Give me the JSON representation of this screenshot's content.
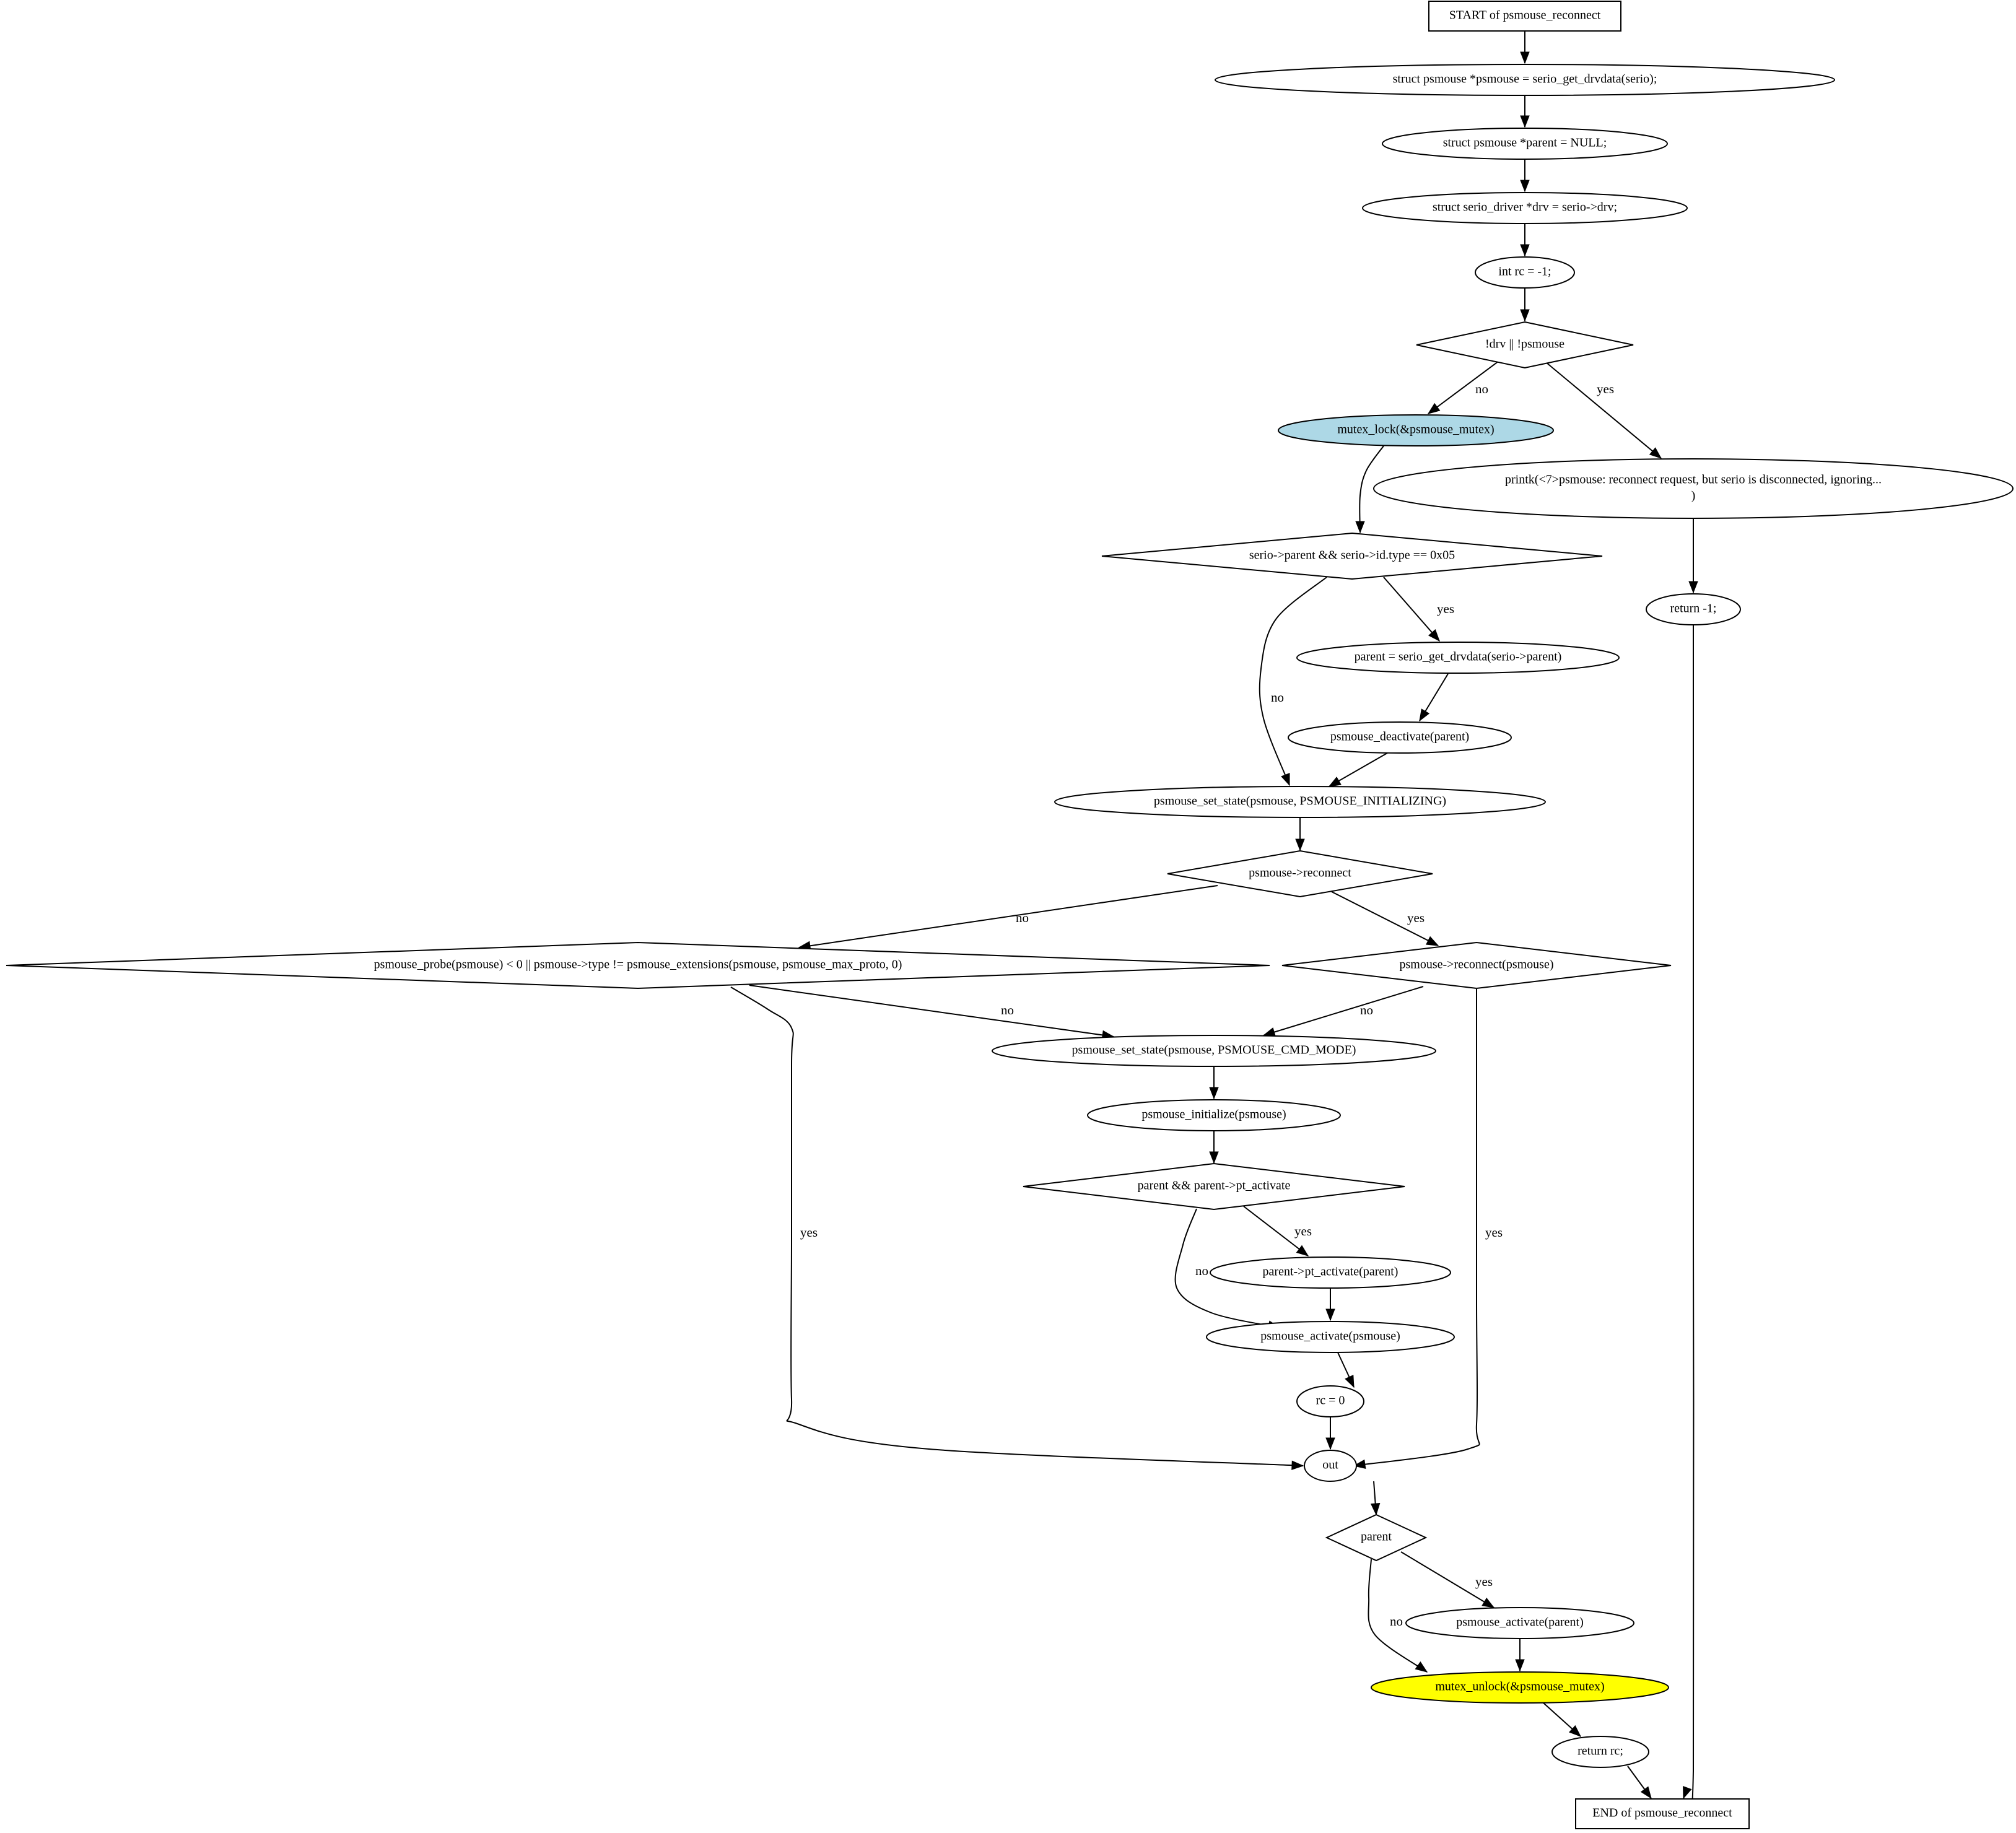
{
  "diagram": {
    "colors": {
      "mutex_lock_fill": "#add8e6",
      "mutex_unlock_fill": "#ffff00",
      "default_fill": "#ffffff",
      "stroke": "#000000"
    },
    "nodes": [
      {
        "id": "start",
        "shape": "box",
        "lines": [
          "START of psmouse_reconnect"
        ]
      },
      {
        "id": "n_get_drvdata",
        "shape": "ellipse",
        "lines": [
          "struct psmouse *psmouse = serio_get_drvdata(serio);"
        ]
      },
      {
        "id": "n_parent_null",
        "shape": "ellipse",
        "lines": [
          "struct psmouse *parent = NULL;"
        ]
      },
      {
        "id": "n_drv",
        "shape": "ellipse",
        "lines": [
          "struct serio_driver *drv = serio->drv;"
        ]
      },
      {
        "id": "n_rc",
        "shape": "ellipse",
        "lines": [
          "int rc = -1;"
        ]
      },
      {
        "id": "d_drv",
        "shape": "diamond",
        "lines": [
          "!drv || !psmouse"
        ]
      },
      {
        "id": "n_mutex_lock",
        "shape": "ellipse",
        "fill": "mutex_lock_fill",
        "lines": [
          "mutex_lock(&psmouse_mutex)"
        ]
      },
      {
        "id": "n_printk",
        "shape": "ellipse",
        "lines": [
          "printk(<7>psmouse: reconnect request, but serio is disconnected, ignoring...",
          ")"
        ]
      },
      {
        "id": "n_return_m1",
        "shape": "ellipse",
        "lines": [
          "return -1;"
        ]
      },
      {
        "id": "d_serio_parent",
        "shape": "diamond",
        "lines": [
          "serio->parent && serio->id.type == 0x05"
        ]
      },
      {
        "id": "n_parent_get",
        "shape": "ellipse",
        "lines": [
          "parent = serio_get_drvdata(serio->parent)"
        ]
      },
      {
        "id": "n_deactivate",
        "shape": "ellipse",
        "lines": [
          "psmouse_deactivate(parent)"
        ]
      },
      {
        "id": "n_set_init",
        "shape": "ellipse",
        "lines": [
          "psmouse_set_state(psmouse, PSMOUSE_INITIALIZING)"
        ]
      },
      {
        "id": "d_reconnect",
        "shape": "diamond",
        "lines": [
          "psmouse->reconnect"
        ]
      },
      {
        "id": "d_probe",
        "shape": "diamond",
        "lines": [
          "psmouse_probe(psmouse) < 0 || psmouse->type != psmouse_extensions(psmouse, psmouse_max_proto, 0)"
        ]
      },
      {
        "id": "d_reconnect_call",
        "shape": "diamond",
        "lines": [
          "psmouse->reconnect(psmouse)"
        ]
      },
      {
        "id": "n_set_cmd",
        "shape": "ellipse",
        "lines": [
          "psmouse_set_state(psmouse, PSMOUSE_CMD_MODE)"
        ]
      },
      {
        "id": "n_initialize",
        "shape": "ellipse",
        "lines": [
          "psmouse_initialize(psmouse)"
        ]
      },
      {
        "id": "d_pt_activate",
        "shape": "diamond",
        "lines": [
          "parent && parent->pt_activate"
        ]
      },
      {
        "id": "n_pt_activate",
        "shape": "ellipse",
        "lines": [
          "parent->pt_activate(parent)"
        ]
      },
      {
        "id": "n_activate_psmouse",
        "shape": "ellipse",
        "lines": [
          "psmouse_activate(psmouse)"
        ]
      },
      {
        "id": "n_rc0",
        "shape": "ellipse",
        "lines": [
          "rc = 0"
        ]
      },
      {
        "id": "n_out",
        "shape": "ellipse",
        "lines": [
          "out"
        ]
      },
      {
        "id": "d_parent",
        "shape": "diamond",
        "lines": [
          "parent"
        ]
      },
      {
        "id": "n_activate_parent",
        "shape": "ellipse",
        "lines": [
          "psmouse_activate(parent)"
        ]
      },
      {
        "id": "n_mutex_unlock",
        "shape": "ellipse",
        "fill": "mutex_unlock_fill",
        "lines": [
          "mutex_unlock(&psmouse_mutex)"
        ]
      },
      {
        "id": "n_return_rc",
        "shape": "ellipse",
        "lines": [
          "return rc;"
        ]
      },
      {
        "id": "end",
        "shape": "box",
        "lines": [
          "END of psmouse_reconnect"
        ]
      }
    ],
    "edges": [
      {
        "from": "start",
        "to": "n_get_drvdata",
        "label": ""
      },
      {
        "from": "n_get_drvdata",
        "to": "n_parent_null",
        "label": ""
      },
      {
        "from": "n_parent_null",
        "to": "n_drv",
        "label": ""
      },
      {
        "from": "n_drv",
        "to": "n_rc",
        "label": ""
      },
      {
        "from": "n_rc",
        "to": "d_drv",
        "label": ""
      },
      {
        "from": "d_drv",
        "to": "n_mutex_lock",
        "label": "no"
      },
      {
        "from": "d_drv",
        "to": "n_printk",
        "label": "yes"
      },
      {
        "from": "n_printk",
        "to": "n_return_m1",
        "label": ""
      },
      {
        "from": "n_return_m1",
        "to": "end",
        "label": ""
      },
      {
        "from": "n_mutex_lock",
        "to": "d_serio_parent",
        "label": ""
      },
      {
        "from": "d_serio_parent",
        "to": "n_parent_get",
        "label": "yes"
      },
      {
        "from": "d_serio_parent",
        "to": "n_set_init",
        "label": "no"
      },
      {
        "from": "n_parent_get",
        "to": "n_deactivate",
        "label": ""
      },
      {
        "from": "n_deactivate",
        "to": "n_set_init",
        "label": ""
      },
      {
        "from": "n_set_init",
        "to": "d_reconnect",
        "label": ""
      },
      {
        "from": "d_reconnect",
        "to": "d_probe",
        "label": "no"
      },
      {
        "from": "d_reconnect",
        "to": "d_reconnect_call",
        "label": "yes"
      },
      {
        "from": "d_probe",
        "to": "n_set_cmd",
        "label": "no"
      },
      {
        "from": "d_probe",
        "to": "n_out",
        "label": "yes"
      },
      {
        "from": "d_reconnect_call",
        "to": "n_set_cmd",
        "label": "no"
      },
      {
        "from": "d_reconnect_call",
        "to": "n_out",
        "label": "yes"
      },
      {
        "from": "n_set_cmd",
        "to": "n_initialize",
        "label": ""
      },
      {
        "from": "n_initialize",
        "to": "d_pt_activate",
        "label": ""
      },
      {
        "from": "d_pt_activate",
        "to": "n_pt_activate",
        "label": "yes"
      },
      {
        "from": "d_pt_activate",
        "to": "n_activate_psmouse",
        "label": "no"
      },
      {
        "from": "n_pt_activate",
        "to": "n_activate_psmouse",
        "label": ""
      },
      {
        "from": "n_activate_psmouse",
        "to": "n_rc0",
        "label": ""
      },
      {
        "from": "n_rc0",
        "to": "n_out",
        "label": ""
      },
      {
        "from": "n_out",
        "to": "d_parent",
        "label": ""
      },
      {
        "from": "d_parent",
        "to": "n_activate_parent",
        "label": "yes"
      },
      {
        "from": "d_parent",
        "to": "n_mutex_unlock",
        "label": "no"
      },
      {
        "from": "n_activate_parent",
        "to": "n_mutex_unlock",
        "label": ""
      },
      {
        "from": "n_mutex_unlock",
        "to": "n_return_rc",
        "label": ""
      },
      {
        "from": "n_return_rc",
        "to": "end",
        "label": ""
      }
    ]
  }
}
